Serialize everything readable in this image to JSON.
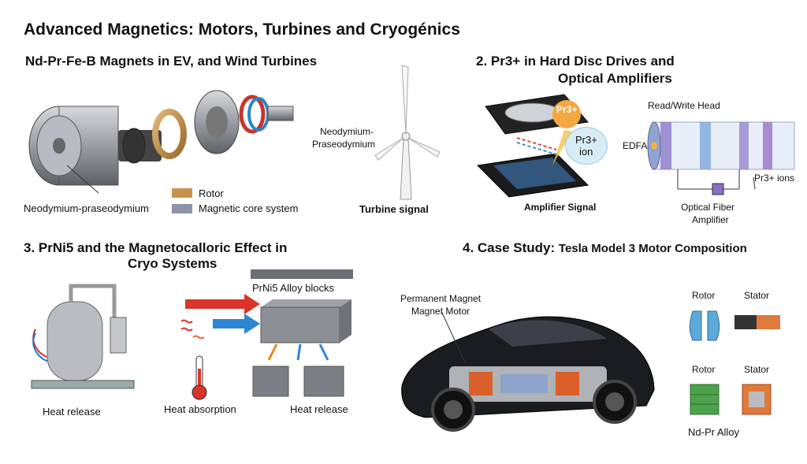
{
  "title": "Advanced Magnetics: Motors, Turbines and Cryogénics",
  "section1": {
    "heading": "Nd-Pr-Fe-B Magnets in EV, and Wind Turbines",
    "motor_label": "Neodymium-praseodymium",
    "legend": [
      {
        "label": "Rotor",
        "color": "#c8934d"
      },
      {
        "label": "Magnetic core system",
        "color": "#8f93a8"
      }
    ],
    "turbine_label_line1": "Neodymium-",
    "turbine_label_line2": "Praseodymium",
    "turbine_caption": "Turbine signal"
  },
  "section2": {
    "heading_line1": "2. Pr3+ in Hard Disc Drives and",
    "heading_line2": "Optical Amplifiers",
    "bubble_pr": "Pr3+",
    "bubble_ion_line1": "Pr3+",
    "bubble_ion_line2": "ion",
    "amplifier_caption": "Amplifier Signal",
    "read_write": "Read/Write Head",
    "edfa": "EDFA",
    "pr_ions": "Pr3+ ions",
    "optical_line1": "Optical Fiber",
    "optical_line2": "Amplifier"
  },
  "section3": {
    "heading_line1": "3. PrNi5 and the Magnetocalloric Effect in",
    "heading_line2": "Cryo Systems",
    "alloy_label": "PrNi5 Alloy blocks",
    "heat_release_left": "Heat release",
    "heat_absorption": "Heat absorption",
    "heat_release_right": "Heat release"
  },
  "section4": {
    "heading_prefix": "4. Case Study:",
    "heading_rest": "Tesla Model 3 Motor Composition",
    "pm_line1": "Permanent Magnet",
    "pm_line2": "Magnet Motor",
    "rotor_top": "Rotor",
    "stator_top": "Stator",
    "rotor_bottom": "Rotor",
    "stator_bottom": "Stator",
    "alloy_caption": "Nd-Pr Alloy"
  }
}
